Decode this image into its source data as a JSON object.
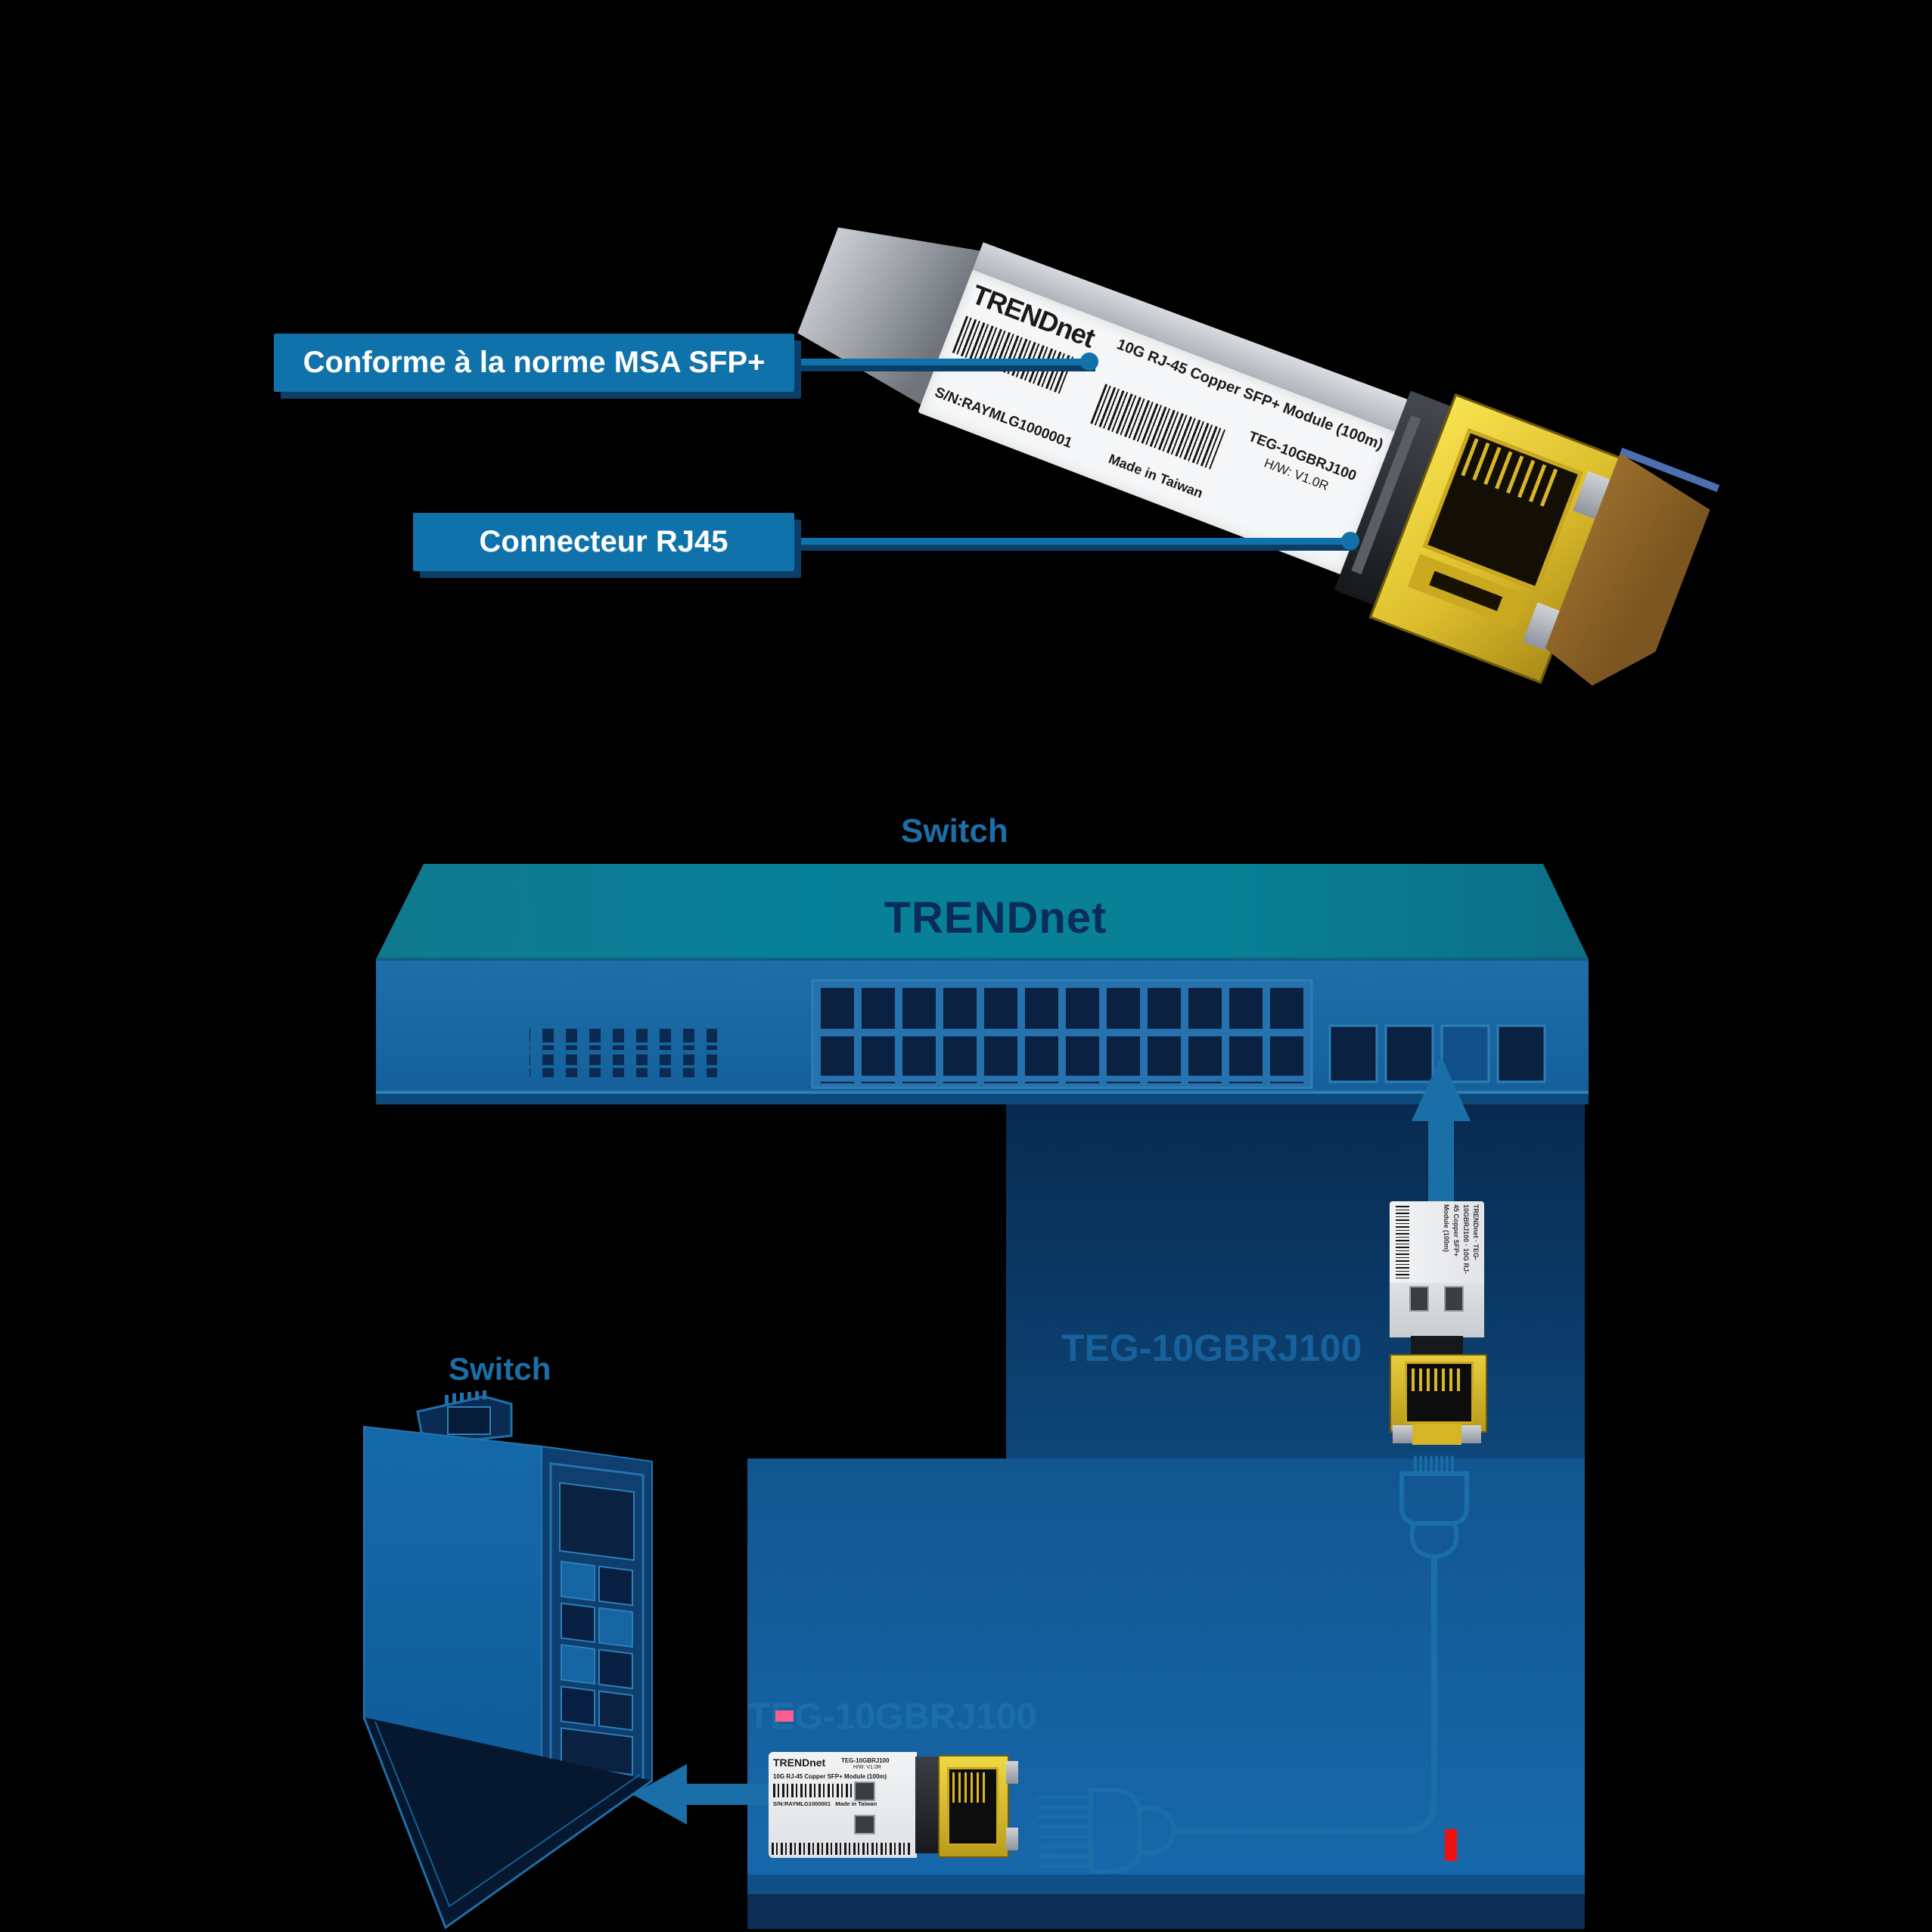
{
  "product": {
    "brand": "TRENDnet",
    "name": "10G RJ-45 Copper SFP+ Module (100m)",
    "model": "TEG-10GBRJ100",
    "hw": "H/W: V1.0R",
    "serial": "S/N:RAYMLG1000001",
    "origin": "Made in Taiwan"
  },
  "callouts": {
    "msa": "Conforme à la norme MSA SFP+",
    "rj45": "Connecteur RJ45"
  },
  "diagram": {
    "switch_top_label": "Switch",
    "switch_bottom_label": "Switch",
    "switch_logo": "TRENDnet",
    "module_top_label": "TEG-10GBRJ100",
    "module_bottom_label": "TEG-10GBRJ100"
  },
  "colors": {
    "callout_bg": "#0f72aa",
    "leader_line": "#1172a9",
    "diagram_blue": "#1b6fa9",
    "switch_top_teal": "#0a8096",
    "switch_front_blue": "#1b6ba3",
    "navy_panel": "#0a3560",
    "blue_panel": "#15609e",
    "port_navy": "#0a2142",
    "gold": "#e8c73a",
    "accent_pink": "#fb5d8f",
    "accent_red": "#ee1111"
  }
}
